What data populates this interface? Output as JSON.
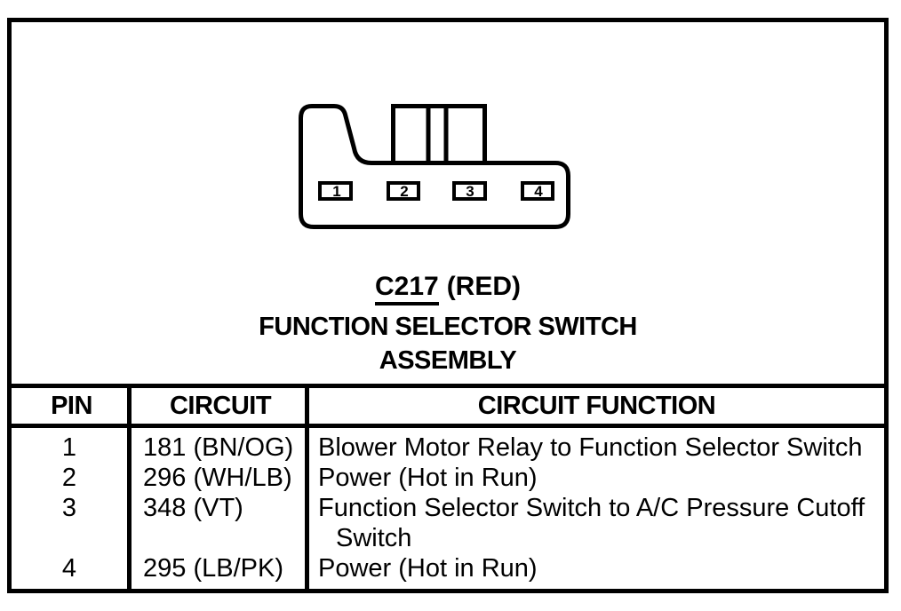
{
  "colors": {
    "ink": "#000000",
    "paper": "#ffffff"
  },
  "connector": {
    "id": "C217",
    "color_note": "(RED)",
    "name_line1": "FUNCTION SELECTOR SWITCH",
    "name_line2": "ASSEMBLY",
    "pins": [
      "1",
      "2",
      "3",
      "4"
    ]
  },
  "table": {
    "headers": [
      "PIN",
      "CIRCUIT",
      "CIRCUIT FUNCTION"
    ],
    "rows": [
      {
        "pin": "1",
        "circuit": "181 (BN/OG)",
        "function": [
          "Blower Motor Relay to Function Selector Switch"
        ]
      },
      {
        "pin": "2",
        "circuit": "296 (WH/LB)",
        "function": [
          "Power (Hot in Run)"
        ]
      },
      {
        "pin": "3",
        "circuit": "348 (VT)",
        "function": [
          "Function Selector Switch to A/C Pressure Cutoff",
          "Switch"
        ]
      },
      {
        "pin": "4",
        "circuit": "295 (LB/PK)",
        "function": [
          "Power (Hot in Run)"
        ]
      }
    ]
  }
}
